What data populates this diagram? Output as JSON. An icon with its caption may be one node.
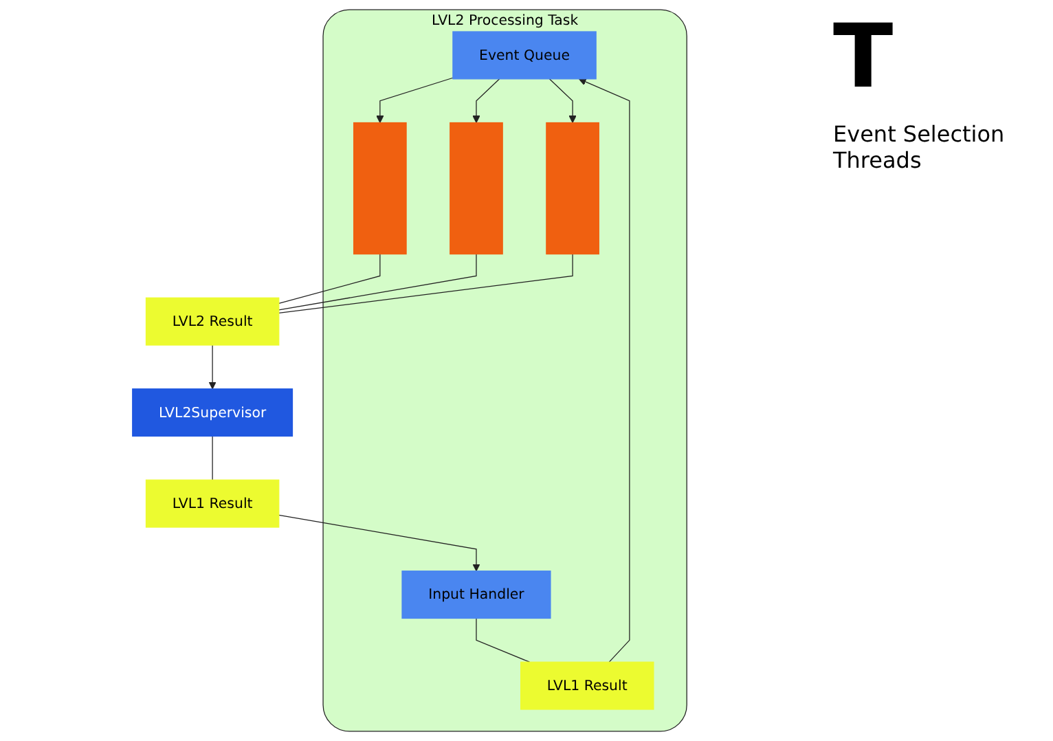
{
  "diagram": {
    "nodes": [
      {
        "text": [
          "LVL2 Processing Task"
        ]
      },
      {
        "text": [
          "Event Queue"
        ],
        "in": 0
      },
      {
        "text": [
          "LVL1 Result"
        ],
        "in": 0
      },
      {
        "text": [
          "Input Handler"
        ],
        "in": 0
      },
      {
        "text": [],
        "shape": "bar",
        "in": 0
      },
      {
        "text": [],
        "shape": "bar",
        "in": 0
      },
      {
        "text": [],
        "shape": "bar",
        "in": 0
      },
      {
        "text": [
          "LVL1 Result"
        ]
      },
      {
        "text": [
          "LVL2Supervisor"
        ]
      },
      {
        "text": [
          "LVL2 Result"
        ]
      }
    ],
    "edges": [
      {
        "from": 3,
        "to": 2,
        "arrow": "none"
      },
      {
        "from": 2,
        "to": 1,
        "arrow": "to"
      },
      {
        "from": 8,
        "to": 7,
        "arrow": "none"
      },
      {
        "from": 7,
        "to": 3,
        "arrow": "to"
      },
      {
        "from": 1,
        "to": 4,
        "arrow": "to"
      },
      {
        "from": 1,
        "to": 5,
        "arrow": "to"
      },
      {
        "from": 1,
        "to": 6,
        "arrow": "to"
      },
      {
        "from": 4,
        "to": 9,
        "arrow": "none"
      },
      {
        "from": 5,
        "to": 9,
        "arrow": "none"
      },
      {
        "from": 6,
        "to": 9,
        "arrow": "none"
      },
      {
        "from": 9,
        "to": 8,
        "arrow": "to"
      }
    ],
    "labels": [
      "T",
      "Event Selection Threads"
    ]
  }
}
